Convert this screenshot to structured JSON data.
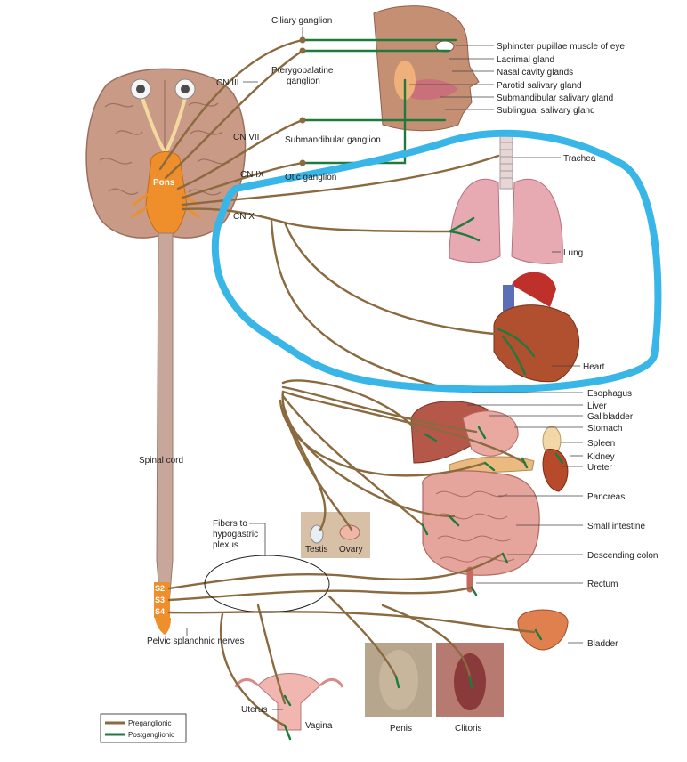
{
  "labels": {
    "ciliary_ganglion": "Ciliary ganglion",
    "cn3": "CN III",
    "pterygopalatine_1": "Pterygopalatine",
    "pterygopalatine_2": "ganglion",
    "cn7": "CN VII",
    "submandibular_ganglion": "Submandibular ganglion",
    "cn9": "CN IX",
    "otic_ganglion": "Otic ganglion",
    "cn10": "CN X",
    "pons": "Pons",
    "spinal_cord": "Spinal cord",
    "s2": "S2",
    "s3": "S3",
    "s4": "S4",
    "pelvic_splanchnic": "Pelvic splanchnic nerves",
    "fibers_1": "Fibers to",
    "fibers_2": "hypogastric",
    "fibers_3": "plexus",
    "testis": "Testis",
    "ovary": "Ovary",
    "uterus": "Uterus",
    "vagina": "Vagina",
    "penis": "Penis",
    "clitoris": "Clitoris"
  },
  "right_labels": [
    "Sphincter pupillae muscle of eye",
    "Lacrimal gland",
    "Nasal cavity glands",
    "Parotid salivary gland",
    "Submandibular salivary gland",
    "Sublingual salivary gland",
    "Trachea",
    "Lung",
    "Heart",
    "Esophagus",
    "Liver",
    "Gallbladder",
    "Stomach",
    "Spleen",
    "Kidney",
    "Ureter",
    "Pancreas",
    "Small intestine",
    "Descending colon",
    "Rectum",
    "Bladder"
  ],
  "legend": {
    "preganglionic": "Preganglionic",
    "postganglionic": "Postganglionic"
  },
  "colors": {
    "preganglionic": "#8a6a3e",
    "postganglionic": "#1f7a3e",
    "highlight": "#39b6e8",
    "brain": "#c99a86",
    "brainstem": "#ef8f2c",
    "spinal_cord": "#c8a79a"
  }
}
